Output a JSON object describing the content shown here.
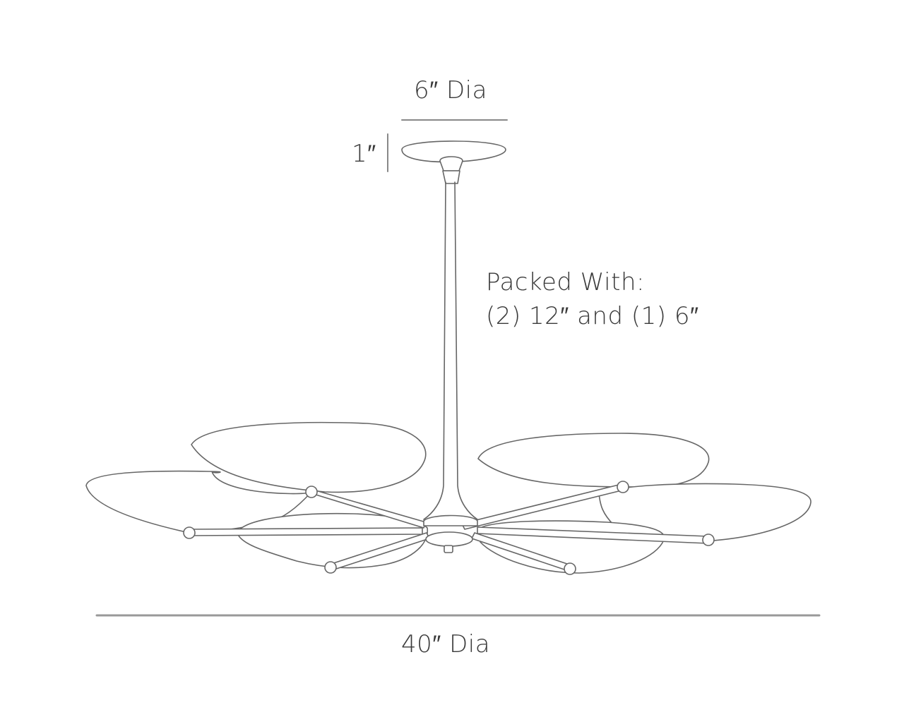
{
  "diagram": {
    "type": "product-dimension-drawing",
    "subject": "chandelier",
    "line_color": "#666666",
    "text_color": "#3a3a3a",
    "background": "#ffffff"
  },
  "dimensions": {
    "canopy_diameter": "6″ Dia",
    "canopy_height": "1″",
    "overall_diameter": "40″ Dia"
  },
  "notes": {
    "packed_with_title": "Packed With:",
    "packed_with_items": "(2) 12″ and (1) 6″"
  },
  "fixture": {
    "shade_count": 6,
    "arm_count": 6
  }
}
